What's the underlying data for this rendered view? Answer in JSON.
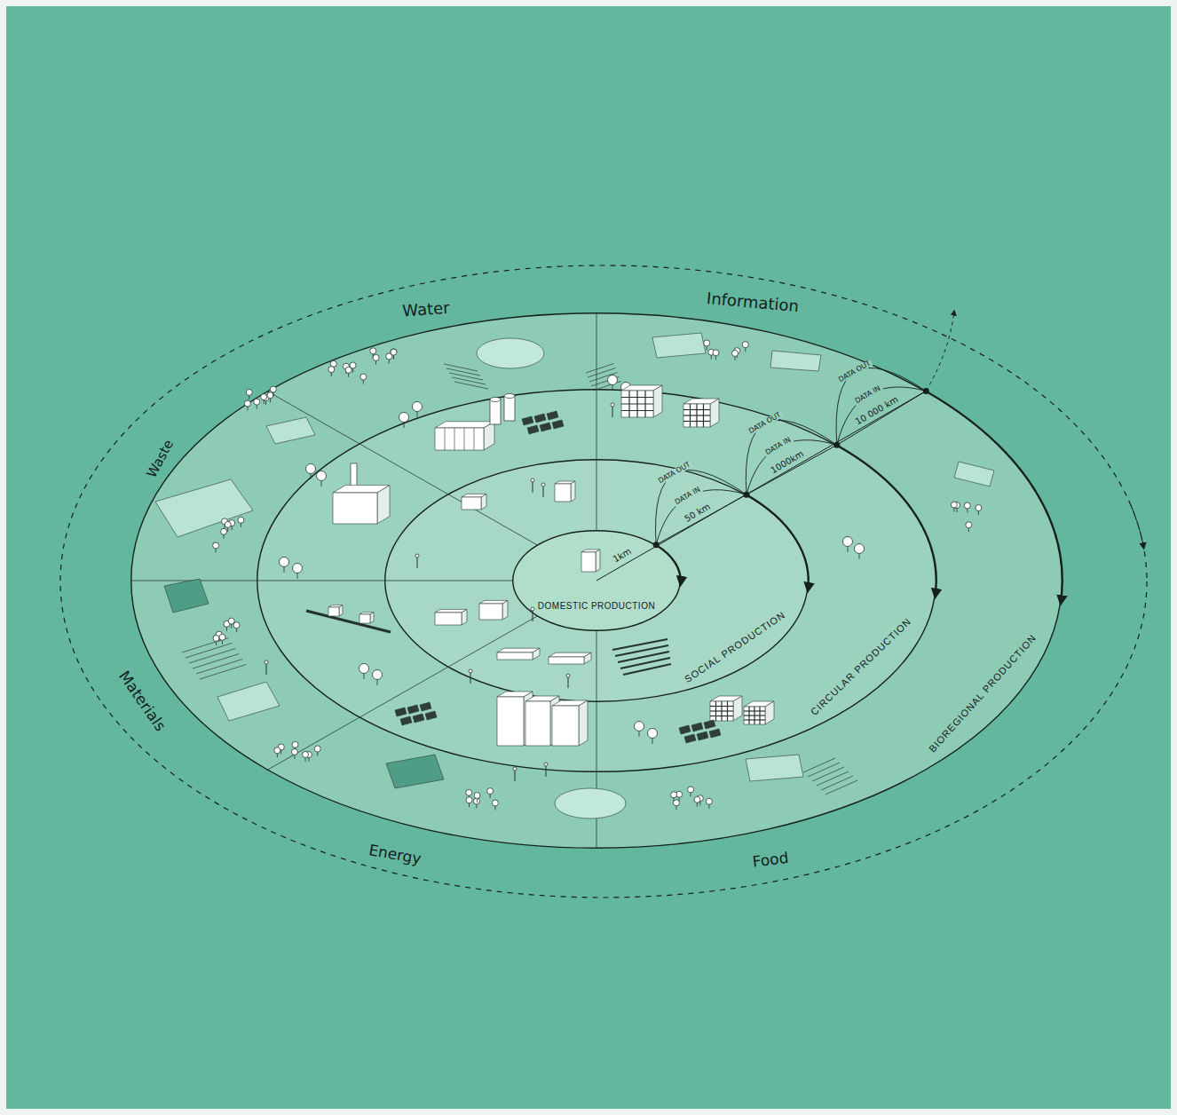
{
  "diagram": {
    "nodes": [
      {
        "text": [
          "BIOREGIONAL PRODUCTION"
        ]
      },
      {
        "text": [
          "CIRCULAR PRODUCTION"
        ],
        "in": 0
      },
      {
        "text": [
          "SOCIAL PRODUCTION"
        ],
        "in": 1
      },
      {
        "text": [
          "DOMESTIC PRODUCTION"
        ],
        "in": 2
      }
    ],
    "labels": [
      "Water",
      "Information",
      "Waste",
      "Materials",
      "Energy",
      "Food",
      "1km",
      "50 km",
      "1000km",
      "10 000 km",
      "DATA IN",
      "DATA OUT",
      "DATA IN",
      "DATA OUT",
      "DATA IN",
      "DATA OUT"
    ]
  }
}
